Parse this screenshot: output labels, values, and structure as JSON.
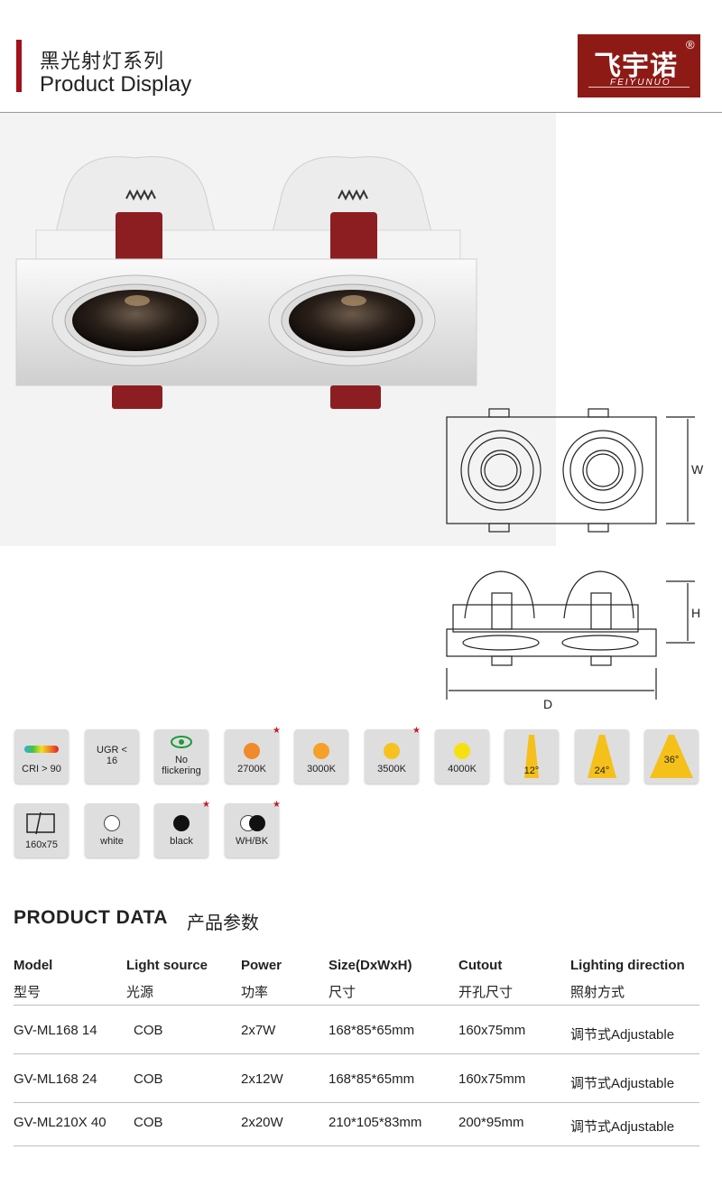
{
  "header": {
    "title_cn": "黑光射灯系列",
    "title_en": "Product Display",
    "logo_cn": "飞宇诺",
    "logo_en": "FEIYUNUO",
    "logo_reg": "®"
  },
  "dimensions": {
    "w": "W",
    "h": "H",
    "d": "D"
  },
  "icons": [
    {
      "label": "CRI > 90"
    },
    {
      "label": "UGR < 16"
    },
    {
      "label": "No flickering"
    },
    {
      "label": "2700K",
      "color": "#f08a2a"
    },
    {
      "label": "3000K",
      "color": "#f5a028"
    },
    {
      "label": "3500K",
      "color": "#f7c21e"
    },
    {
      "label": "4000K",
      "color": "#f7e012"
    },
    {
      "label": "12°"
    },
    {
      "label": "24°"
    },
    {
      "label": "36°"
    },
    {
      "label": "160x75"
    },
    {
      "label": "white"
    },
    {
      "label": "black"
    },
    {
      "label": "WH/BK"
    }
  ],
  "product_data": {
    "title": "PRODUCT DATA",
    "title_cn": "产品参数",
    "columns": [
      {
        "en": "Model",
        "cn": "型号"
      },
      {
        "en": "Light source",
        "cn": "光源"
      },
      {
        "en": "Power",
        "cn": "功率"
      },
      {
        "en": "Size(DxWxH)",
        "cn": "尺寸"
      },
      {
        "en": "Cutout",
        "cn": "开孔尺寸"
      },
      {
        "en": "Lighting direction",
        "cn": "照射方式"
      }
    ],
    "rows": [
      [
        "GV-ML168 14",
        "COB",
        "2x7W",
        "168*85*65mm",
        "160x75mm",
        "调节式Adjustable"
      ],
      [
        "GV-ML168 24",
        "COB",
        "2x12W",
        "168*85*65mm",
        "160x75mm",
        "调节式Adjustable"
      ],
      [
        "GV-ML210X 40",
        "COB",
        "2x20W",
        "210*105*83mm",
        "200*95mm",
        "调节式Adjustable"
      ]
    ]
  }
}
